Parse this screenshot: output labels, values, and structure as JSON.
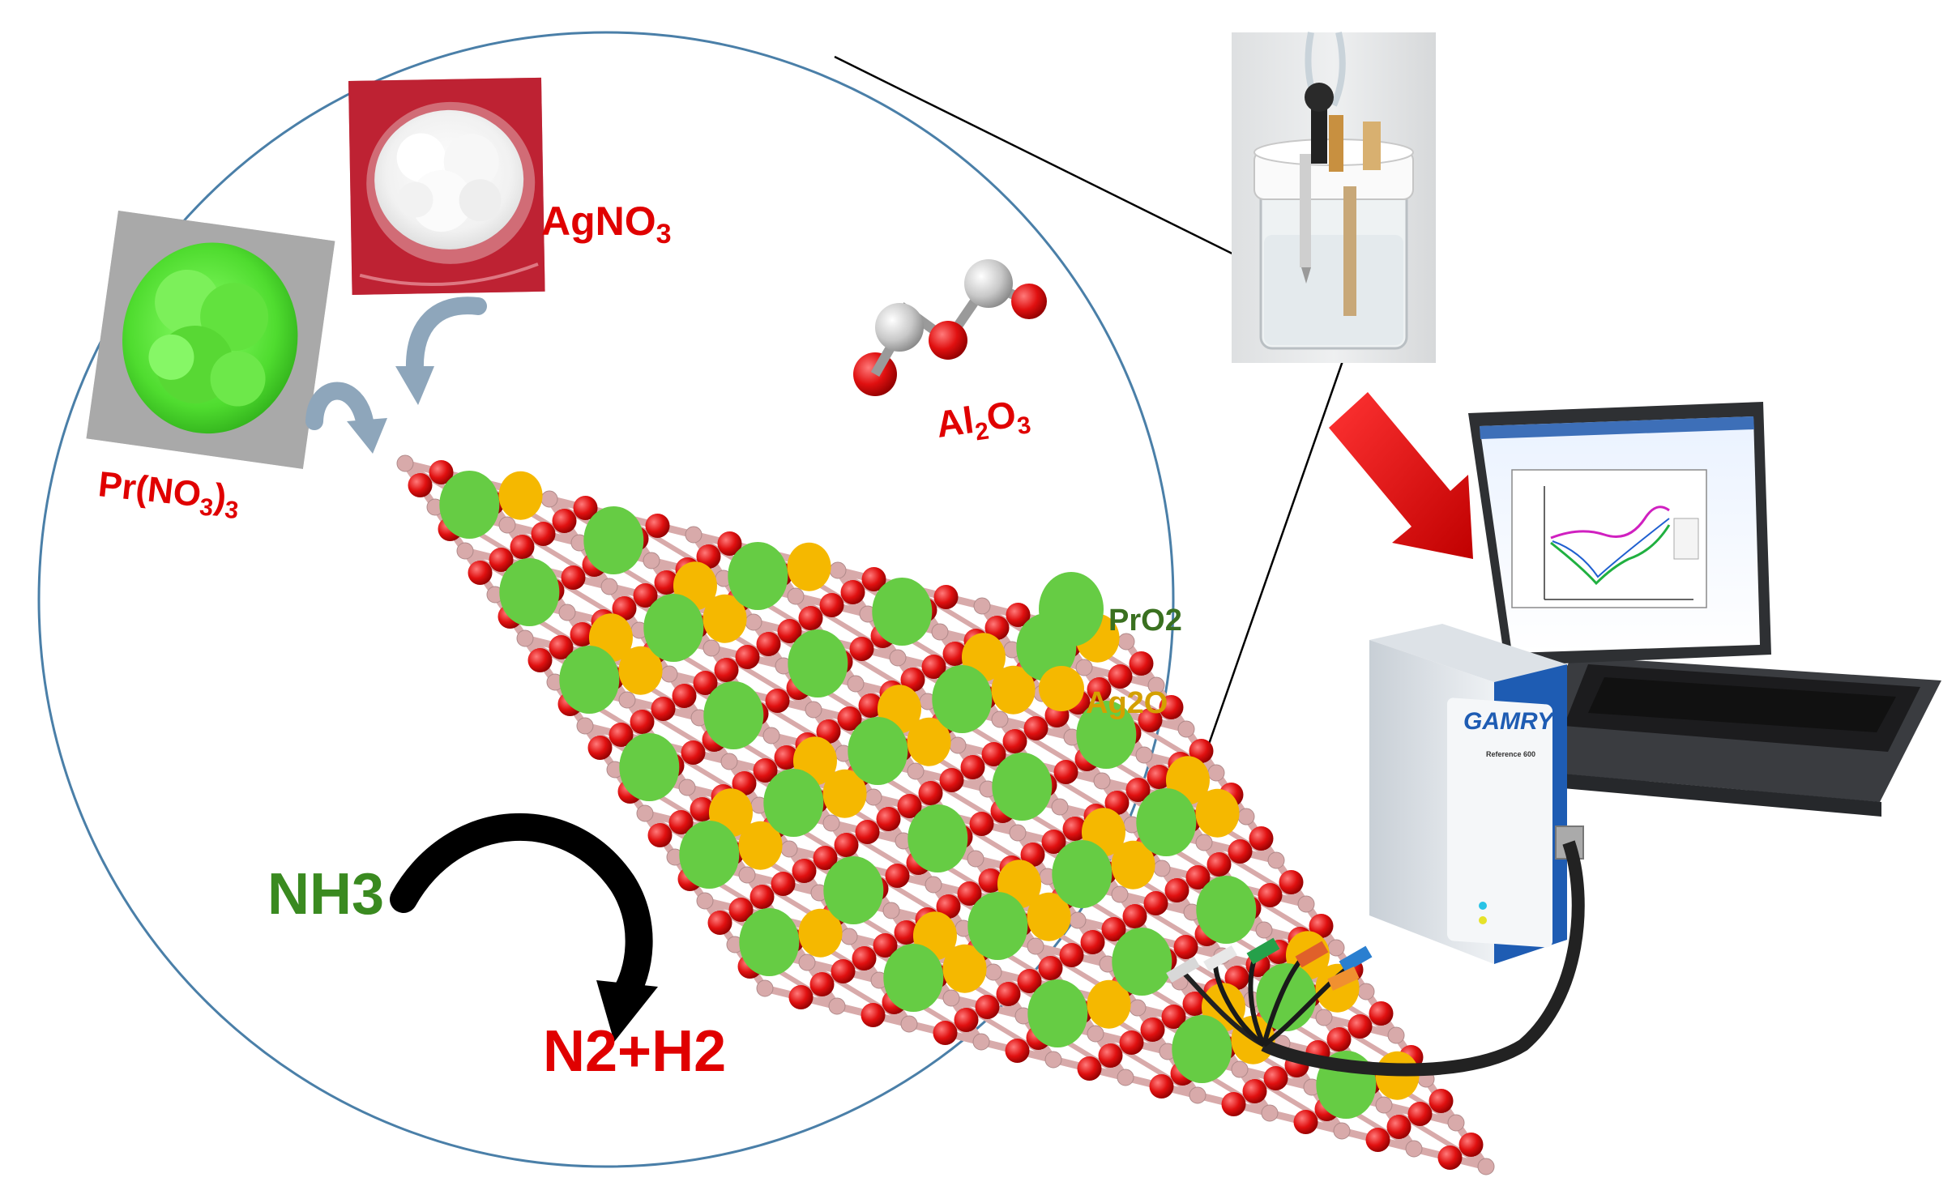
{
  "labels": {
    "agno3": {
      "main": "AgNO",
      "sub": "3"
    },
    "prno3": {
      "main": "Pr(NO",
      "sub1": "3",
      "close": ")",
      "sub2": "3"
    },
    "al2o3": {
      "a": "Al",
      "s1": "2",
      "b": "O",
      "s2": "3"
    },
    "pro2": "PrO2",
    "ag2o": "Ag2O",
    "nh3": "NH3",
    "n2h2": "N2+H2"
  },
  "device": {
    "brand": "GAMRY",
    "model": "Reference 600"
  },
  "colors": {
    "pro2": "#66cc44",
    "ag2o": "#f5b800",
    "oxygen": "#e01010",
    "aluminum": "#d8aaaa",
    "red_label": "#e00000",
    "green_label": "#3a8a20",
    "amber_label": "#d4a000",
    "circle": "#4a7fa8"
  }
}
